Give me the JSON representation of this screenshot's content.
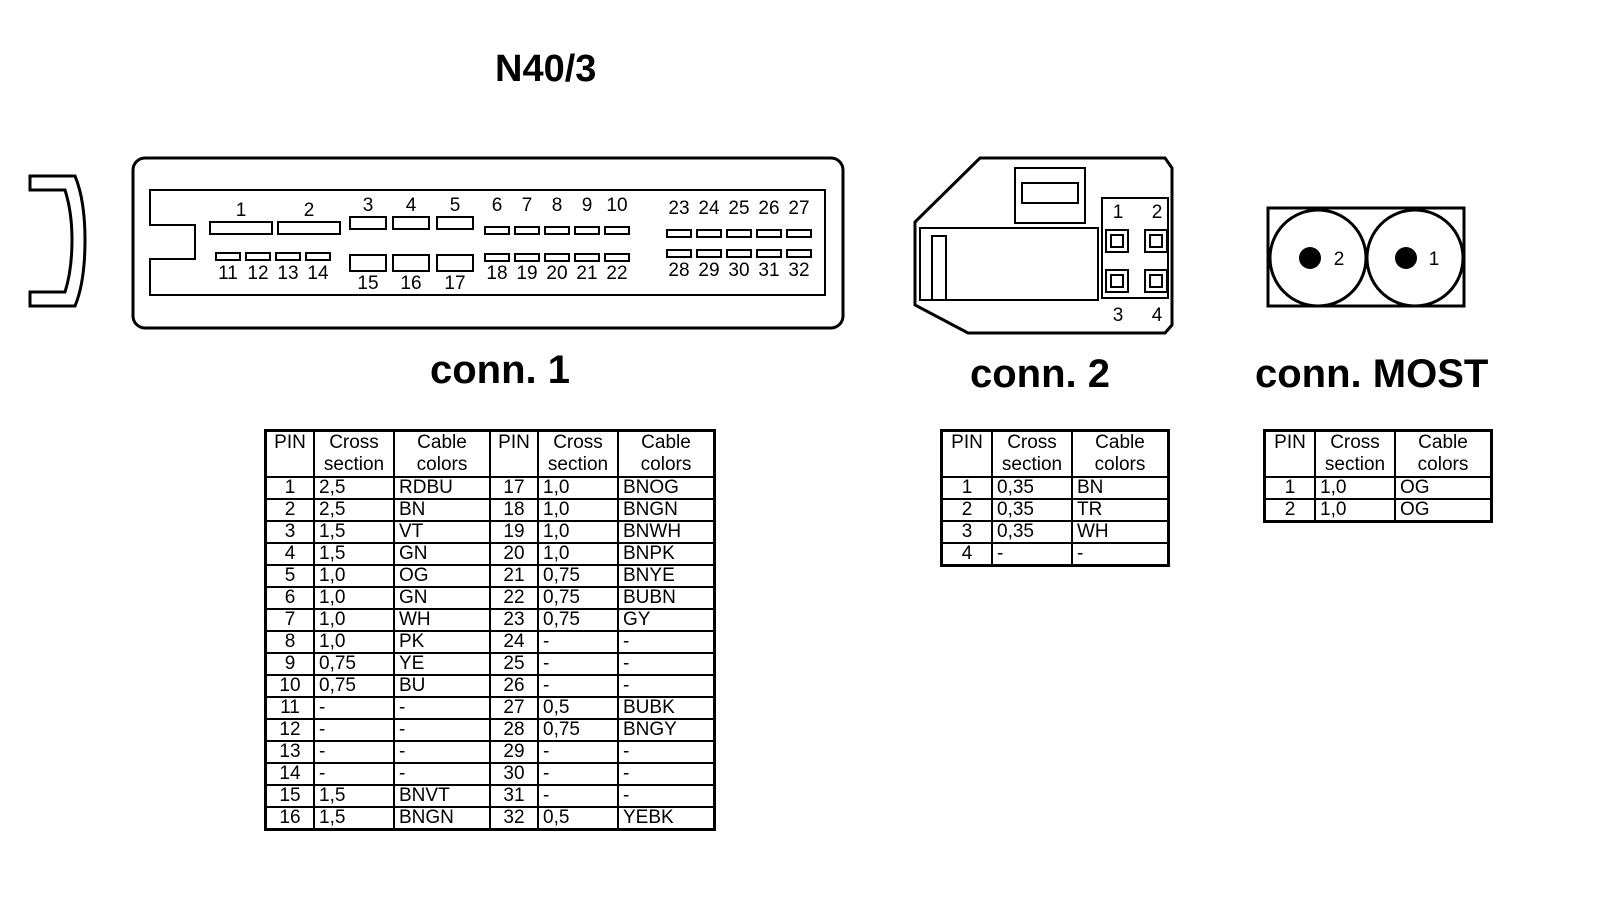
{
  "title": "N40/3",
  "connectors": {
    "conn1": {
      "label": "conn. 1",
      "pins_top_big": [
        "1",
        "2",
        "3",
        "4",
        "5"
      ],
      "pins_top_small": [
        "6",
        "7",
        "8",
        "9",
        "10"
      ],
      "pins_top_right": [
        "23",
        "24",
        "25",
        "26",
        "27"
      ],
      "pins_bottom_small": [
        "11",
        "12",
        "13",
        "14"
      ],
      "pins_bottom_big": [
        "15",
        "16",
        "17"
      ],
      "pins_bottom_mid": [
        "18",
        "19",
        "20",
        "21",
        "22"
      ],
      "pins_bottom_right": [
        "28",
        "29",
        "30",
        "31",
        "32"
      ]
    },
    "conn2": {
      "label": "conn. 2",
      "pins": [
        "1",
        "2",
        "3",
        "4"
      ]
    },
    "most": {
      "label": "conn. MOST",
      "pins": [
        "2",
        "1"
      ]
    }
  },
  "table_headers": {
    "pin": "PIN",
    "cross_1": "Cross",
    "cross_2": "section",
    "cable_1": "Cable",
    "cable_2": "colors"
  },
  "table_conn1": [
    [
      "1",
      "2,5",
      "RDBU",
      "17",
      "1,0",
      "BNOG"
    ],
    [
      "2",
      "2,5",
      "BN",
      "18",
      "1,0",
      "BNGN"
    ],
    [
      "3",
      "1,5",
      "VT",
      "19",
      "1,0",
      "BNWH"
    ],
    [
      "4",
      "1,5",
      "GN",
      "20",
      "1,0",
      "BNPK"
    ],
    [
      "5",
      "1,0",
      "OG",
      "21",
      "0,75",
      "BNYE"
    ],
    [
      "6",
      "1,0",
      "GN",
      "22",
      "0,75",
      "BUBN"
    ],
    [
      "7",
      "1,0",
      "WH",
      "23",
      "0,75",
      "GY"
    ],
    [
      "8",
      "1,0",
      "PK",
      "24",
      "-",
      "-"
    ],
    [
      "9",
      "0,75",
      "YE",
      "25",
      "-",
      "-"
    ],
    [
      "10",
      "0,75",
      "BU",
      "26",
      "-",
      "-"
    ],
    [
      "11",
      "-",
      "-",
      "27",
      "0,5",
      "BUBK"
    ],
    [
      "12",
      "-",
      "-",
      "28",
      "0,75",
      "BNGY"
    ],
    [
      "13",
      "-",
      "-",
      "29",
      "-",
      "-"
    ],
    [
      "14",
      "-",
      "-",
      "30",
      "-",
      "-"
    ],
    [
      "15",
      "1,5",
      "BNVT",
      "31",
      "-",
      "-"
    ],
    [
      "16",
      "1,5",
      "BNGN",
      "32",
      "0,5",
      "YEBK"
    ]
  ],
  "table_conn2": [
    [
      "1",
      "0,35",
      "BN"
    ],
    [
      "2",
      "0,35",
      "TR"
    ],
    [
      "3",
      "0,35",
      "WH"
    ],
    [
      "4",
      "-",
      "-"
    ]
  ],
  "table_most": [
    [
      "1",
      "1,0",
      "OG"
    ],
    [
      "2",
      "1,0",
      "OG"
    ]
  ]
}
